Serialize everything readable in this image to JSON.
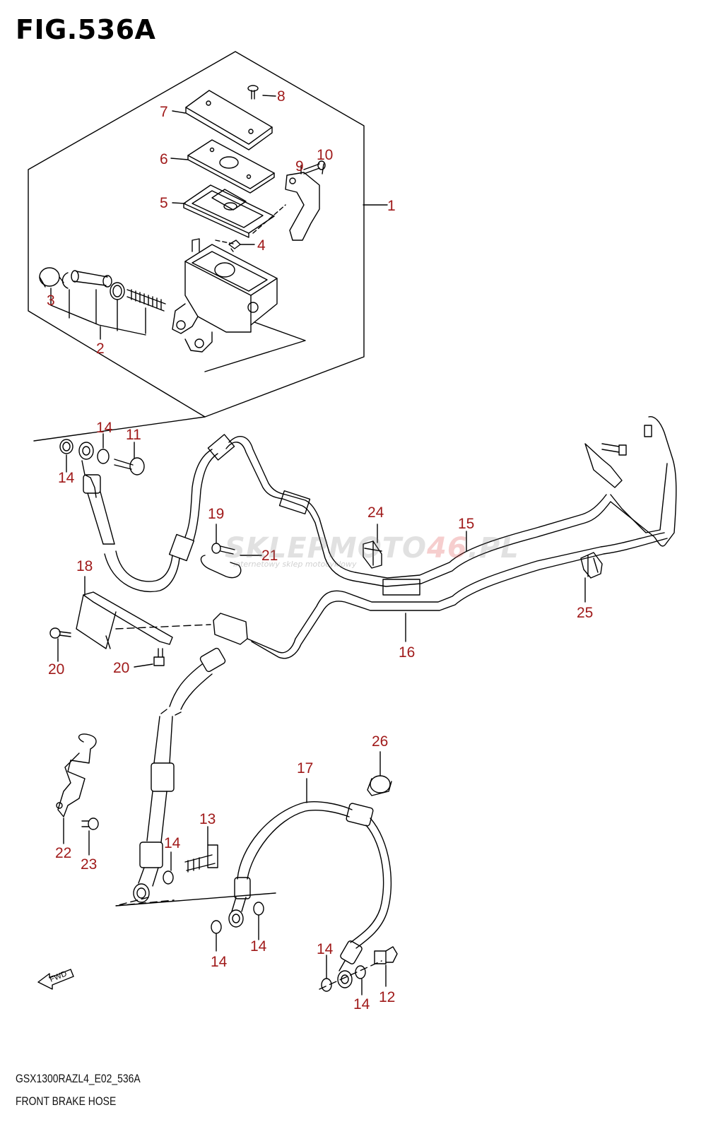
{
  "figure": {
    "title": "FIG.536A",
    "code": "GSX1300RAZL4_E02_536A",
    "caption": "FRONT BRAKE HOSE",
    "fwd_label": "FWD",
    "callout_color": "#a01a1a",
    "line_color": "#000000"
  },
  "watermark": {
    "text_main": "SKLEPMOTO",
    "text_accent": "46",
    "text_suffix": ".PL",
    "subtext": "internetowy sklep motocyklowy"
  },
  "callouts": [
    "1",
    "2",
    "3",
    "4",
    "5",
    "6",
    "7",
    "8",
    "9",
    "10",
    "11",
    "12",
    "13",
    "14",
    "15",
    "16",
    "17",
    "18",
    "19",
    "20",
    "21",
    "22",
    "23",
    "24",
    "25",
    "26"
  ]
}
